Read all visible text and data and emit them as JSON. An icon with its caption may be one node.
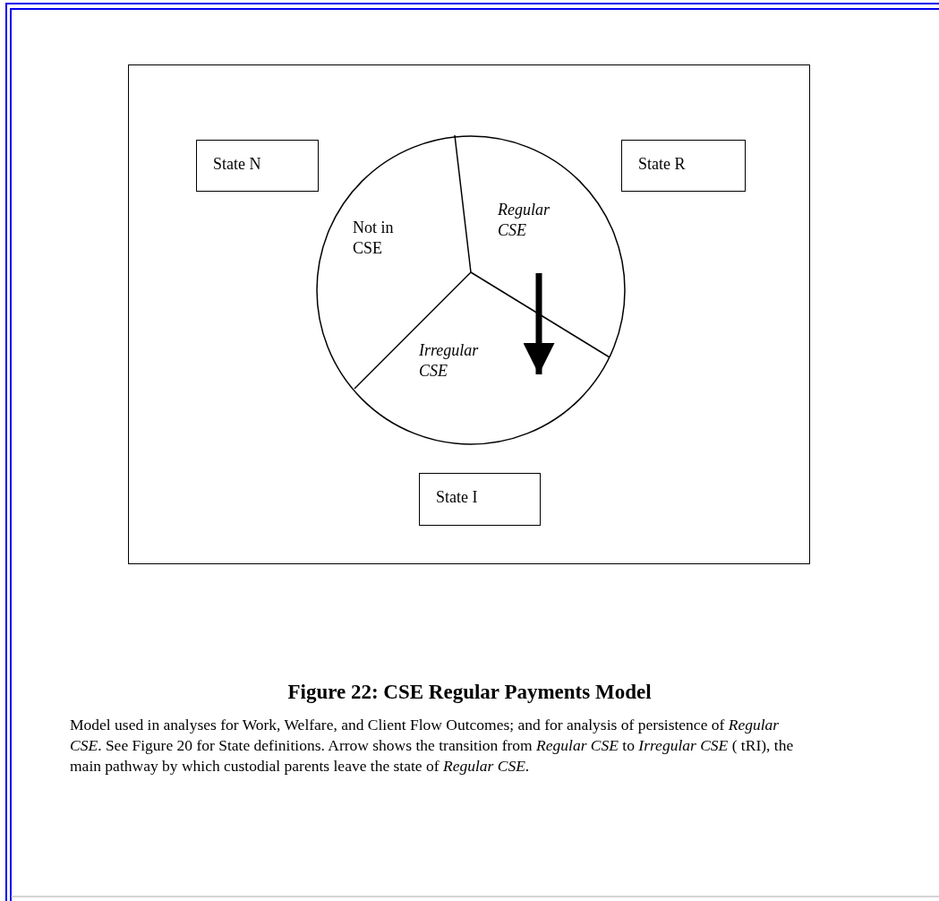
{
  "diagram": {
    "title": "Figure 22: CSE Regular Payments Model",
    "caption": "Model used in analyses for Work, Welfare, and Client Flow Outcomes; and for analysis of persistence of *Regular CSE*. See Figure 20 for State definitions. Arrow shows the transition from *Regular CSE* to *Irregular CSE* ( tRI), the main pathway by which custodial parents leave the state of *Regular CSE*.",
    "nodes": [
      {
        "text": [],
        "shape": "box"
      },
      {
        "text": [
          "State N"
        ],
        "in": 0
      },
      {
        "text": [],
        "shape": "circle",
        "in": 0
      },
      {
        "text": [
          "Not in CSE"
        ],
        "in": 2
      },
      {
        "text": [
          "Regular CSE"
        ],
        "in": 2
      },
      {
        "text": [
          "Irregular CSE"
        ],
        "in": 2
      },
      {
        "text": [
          "State R"
        ],
        "in": 0
      },
      {
        "text": [
          "State I"
        ],
        "in": 0
      }
    ],
    "edges": [
      {
        "from": 4,
        "to": 5,
        "arrow": "to"
      }
    ]
  }
}
